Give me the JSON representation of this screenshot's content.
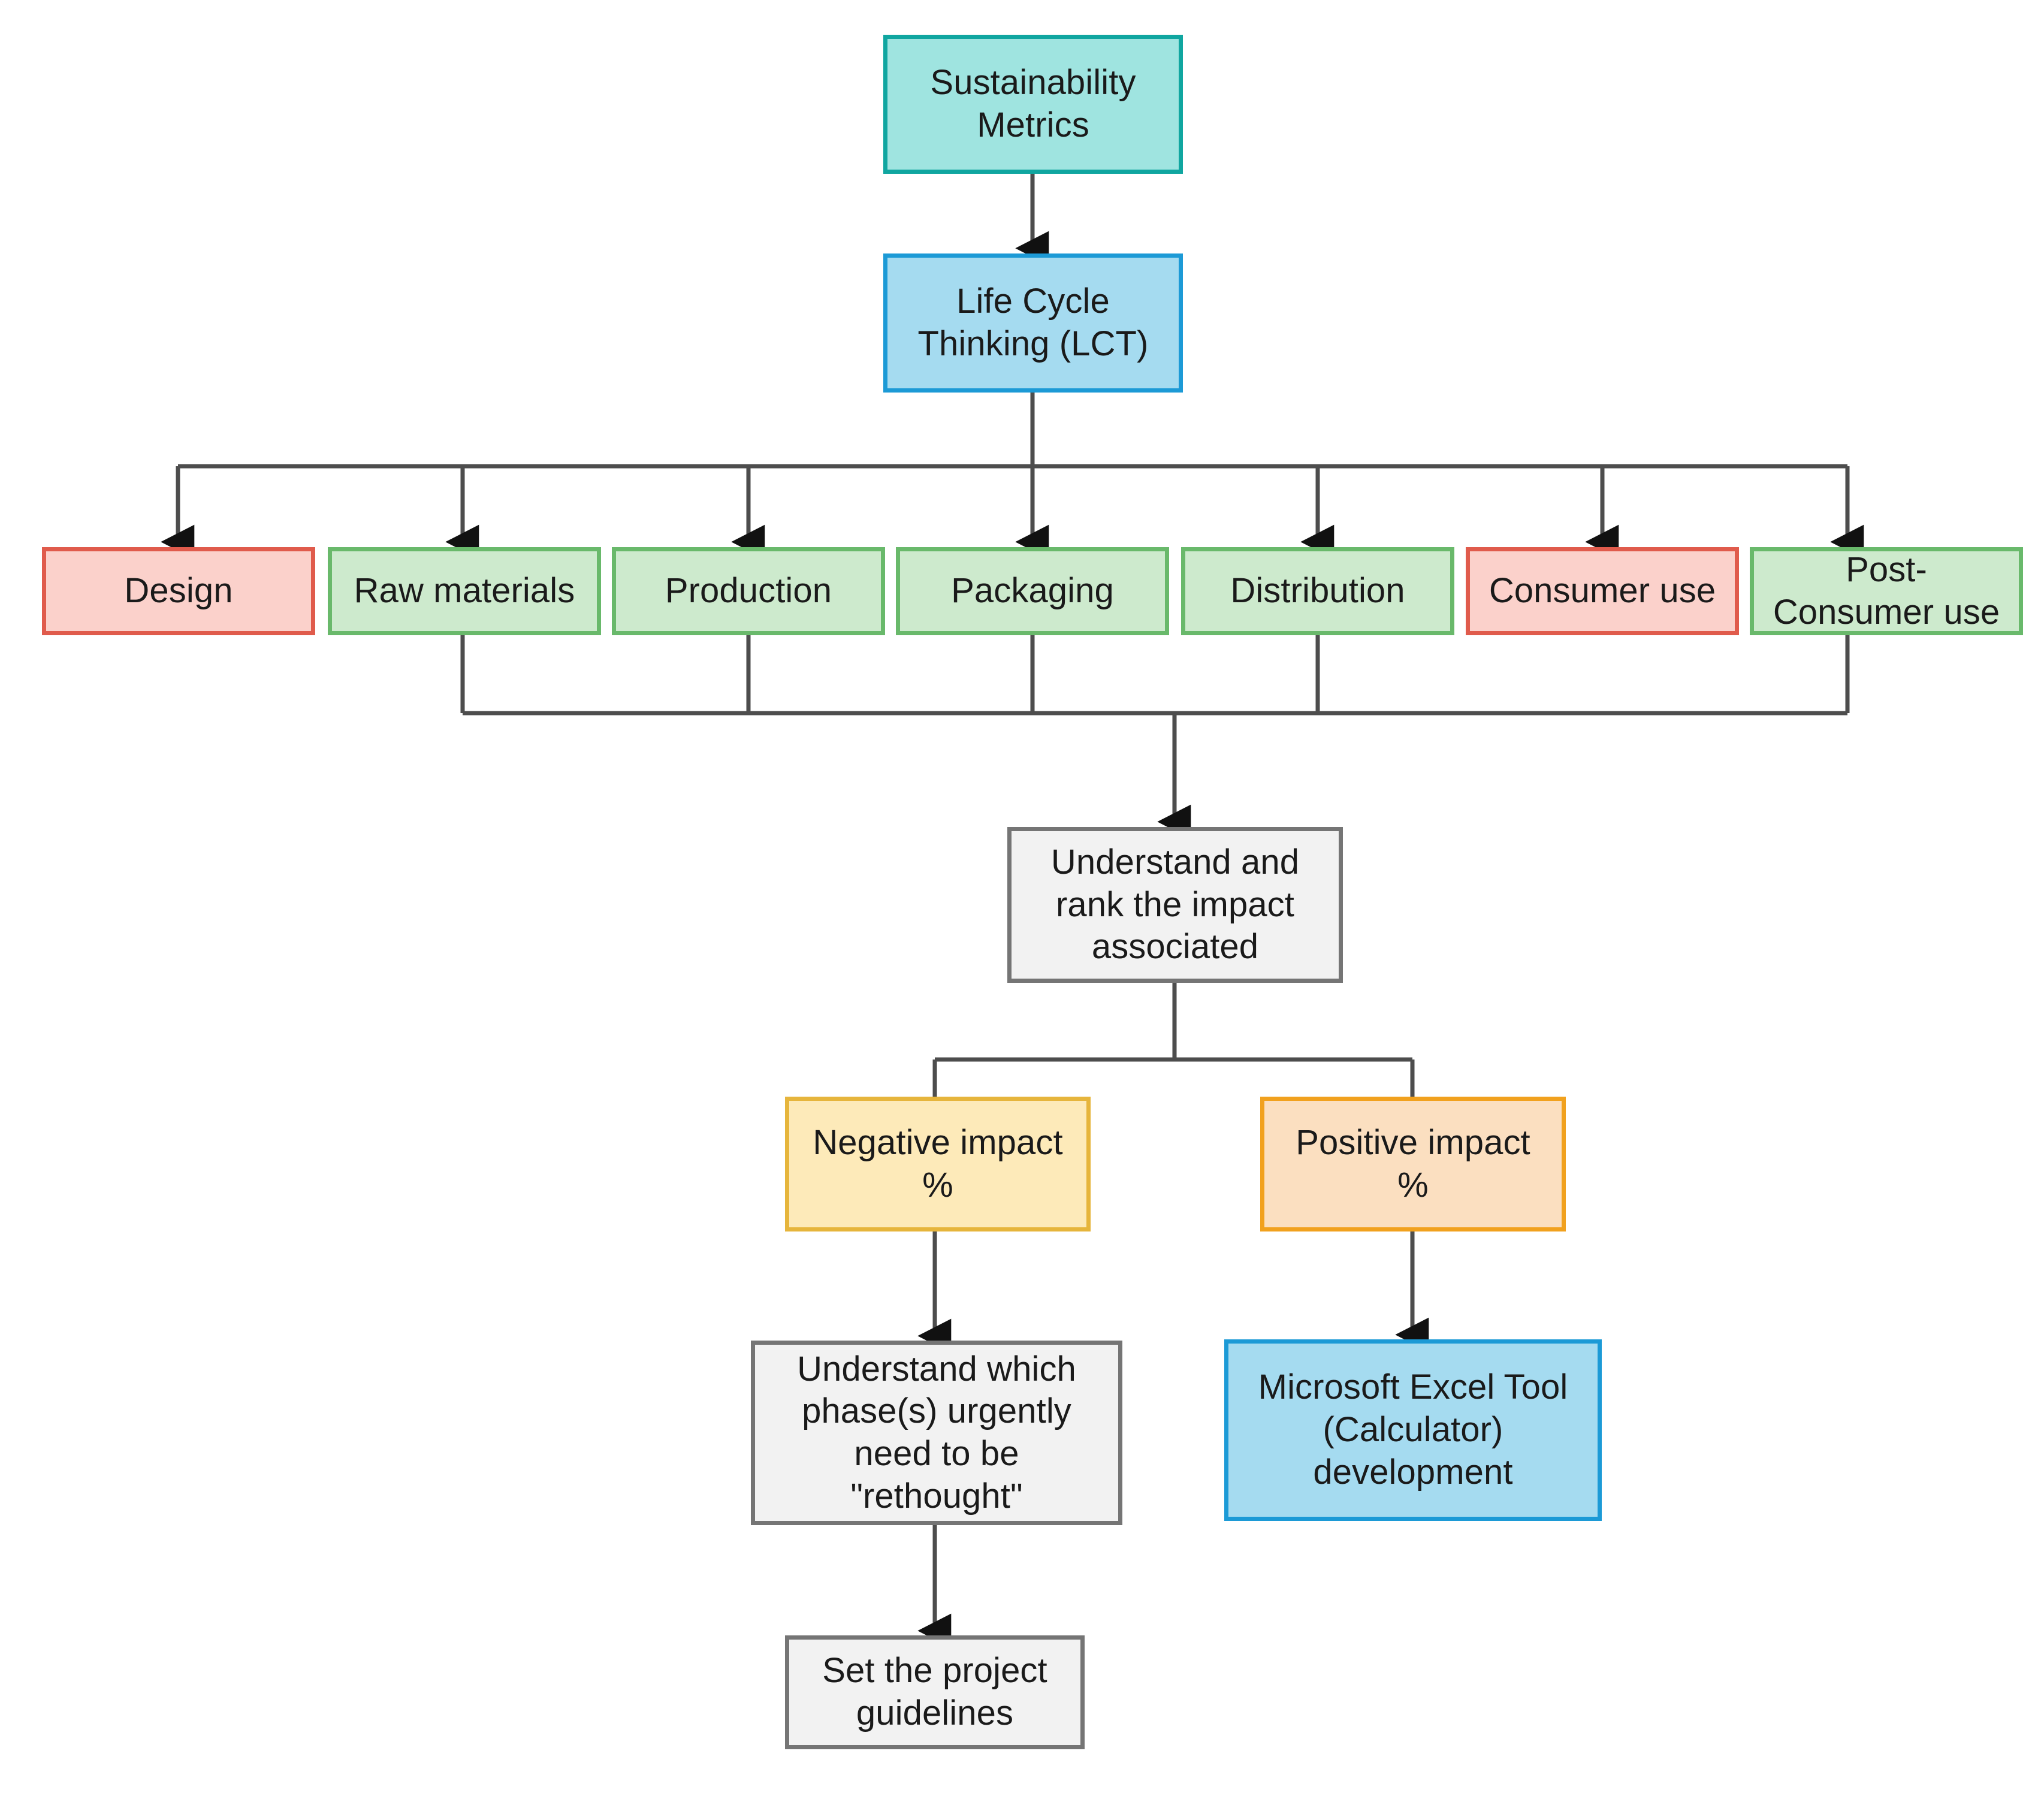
{
  "diagram": {
    "title": "Sustainability Metrics Life Cycle Thinking flowchart",
    "type": "flowchart",
    "direction": "top-down",
    "colors": {
      "teal_fill": "#9fe4e0",
      "teal_stroke": "#10a6a0",
      "blue_fill": "#a5dbf0",
      "blue_stroke": "#1c9ad6",
      "red_fill": "#fbd1cb",
      "red_stroke": "#e05b4c",
      "green_fill": "#cdeacd",
      "green_stroke": "#69b96b",
      "gray_fill": "#f2f2f2",
      "gray_stroke": "#757575",
      "yellow_fill": "#fdeab9",
      "yellow_stroke": "#e6b53c",
      "orange_fill": "#fbdfc0",
      "orange_stroke": "#f1a11e",
      "connector": "#4d4d4d"
    },
    "nodes": {
      "sustainability_metrics": {
        "label": "Sustainability\nMetrics"
      },
      "life_cycle_thinking": {
        "label": "Life Cycle\nThinking (LCT)"
      },
      "phase_design": {
        "label": "Design"
      },
      "phase_raw_materials": {
        "label": "Raw materials"
      },
      "phase_production": {
        "label": "Production"
      },
      "phase_packaging": {
        "label": "Packaging"
      },
      "phase_distribution": {
        "label": "Distribution"
      },
      "phase_consumer_use": {
        "label": "Consumer use"
      },
      "phase_post_consumer_use": {
        "label": "Post-\nConsumer use"
      },
      "understand_rank": {
        "label": "Understand and\nrank the impact\nassociated"
      },
      "negative_impact": {
        "label": "Negative impact\n%"
      },
      "positive_impact": {
        "label": "Positive impact\n%"
      },
      "rethought": {
        "label": "Understand which\nphase(s) urgently\nneed to be\n\"rethought\""
      },
      "excel_tool": {
        "label": "Microsoft Excel Tool\n(Calculator)\ndevelopment"
      },
      "project_guidelines": {
        "label": "Set the project\nguidelines"
      }
    },
    "phases": [
      {
        "key": "phase_design",
        "label": "Design",
        "color": "red"
      },
      {
        "key": "phase_raw_materials",
        "label": "Raw materials",
        "color": "green"
      },
      {
        "key": "phase_production",
        "label": "Production",
        "color": "green"
      },
      {
        "key": "phase_packaging",
        "label": "Packaging",
        "color": "green"
      },
      {
        "key": "phase_distribution",
        "label": "Distribution",
        "color": "green"
      },
      {
        "key": "phase_consumer_use",
        "label": "Consumer use",
        "color": "red"
      },
      {
        "key": "phase_post_consumer_use",
        "label": "Post-\nConsumer use",
        "color": "green"
      }
    ],
    "edges": [
      {
        "from": "sustainability_metrics",
        "to": "life_cycle_thinking",
        "arrow": true
      },
      {
        "from": "life_cycle_thinking",
        "to": "phase_design",
        "arrow": true
      },
      {
        "from": "life_cycle_thinking",
        "to": "phase_raw_materials",
        "arrow": true
      },
      {
        "from": "life_cycle_thinking",
        "to": "phase_production",
        "arrow": true
      },
      {
        "from": "life_cycle_thinking",
        "to": "phase_packaging",
        "arrow": true
      },
      {
        "from": "life_cycle_thinking",
        "to": "phase_distribution",
        "arrow": true
      },
      {
        "from": "life_cycle_thinking",
        "to": "phase_consumer_use",
        "arrow": true
      },
      {
        "from": "life_cycle_thinking",
        "to": "phase_post_consumer_use",
        "arrow": true
      },
      {
        "from": "phase_raw_materials",
        "to": "understand_rank",
        "arrow": true
      },
      {
        "from": "phase_production",
        "to": "understand_rank",
        "arrow": true
      },
      {
        "from": "phase_packaging",
        "to": "understand_rank",
        "arrow": true
      },
      {
        "from": "phase_distribution",
        "to": "understand_rank",
        "arrow": true
      },
      {
        "from": "phase_post_consumer_use",
        "to": "understand_rank",
        "arrow": true
      },
      {
        "from": "understand_rank",
        "to": "negative_impact",
        "arrow": false
      },
      {
        "from": "understand_rank",
        "to": "positive_impact",
        "arrow": false
      },
      {
        "from": "negative_impact",
        "to": "rethought",
        "arrow": true
      },
      {
        "from": "positive_impact",
        "to": "excel_tool",
        "arrow": true
      },
      {
        "from": "rethought",
        "to": "project_guidelines",
        "arrow": true
      }
    ]
  }
}
